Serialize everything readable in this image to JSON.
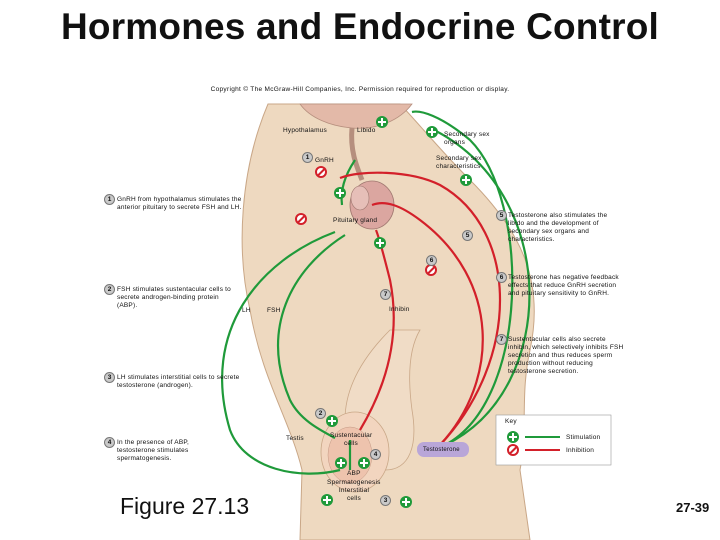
{
  "title": "Hormones and Endocrine Control",
  "copyright": "Copyright © The McGraw-Hill Companies, Inc. Permission required for reproduction or display.",
  "figure_label": "Figure 27.13",
  "page_number": "27-39",
  "labels": {
    "hypothalamus": "Hypothalamus",
    "libido": "Libido",
    "secondary_sex_organs": "Secondary sex organs",
    "secondary_sex_characteristics": "Secondary sex characteristics",
    "gnrh": "GnRH",
    "pituitary_gland": "Pituitary gland",
    "lh": "LH",
    "fsh": "FSH",
    "inhibin": "Inhibin",
    "testis": "Testis",
    "sustentacular_cells": "Sustentacular cells",
    "abp": "ABP",
    "spermatogenesis": "Spermatogenesis",
    "interstitial_cells": "Interstitial cells",
    "testosterone": "Testosterone"
  },
  "steps": [
    {
      "number": "1",
      "text": "GnRH from hypothalamus stimulates the anterior pituitary to secrete FSH and LH."
    },
    {
      "number": "2",
      "text": "FSH stimulates sustentacular cells to secrete androgen-binding protein (ABP)."
    },
    {
      "number": "3",
      "text": "LH stimulates interstitial cells to secrete testosterone (androgen)."
    },
    {
      "number": "4",
      "text": "In the presence of ABP, testosterone stimulates spermatogenesis."
    },
    {
      "number": "5",
      "text": "Testosterone also stimulates the libido and the development of secondary sex organs and characteristics."
    },
    {
      "number": "6",
      "text": "Testosterone has negative feedback effects that reduce GnRH secretion and pituitary sensitivity to GnRH."
    },
    {
      "number": "7",
      "text": "Sustentacular cells also secrete inhibin, which selectively inhibits FSH secretion and thus reduces sperm production without reducing testosterone secretion."
    }
  ],
  "key": {
    "title": "Key",
    "stimulation": "Stimulation",
    "inhibition": "Inhibition"
  },
  "colors": {
    "stimulation": "#1f9a3a",
    "inhibition": "#d3202a",
    "skin": "#e9d2b8",
    "hormone_pill": "#b9a6d8"
  }
}
